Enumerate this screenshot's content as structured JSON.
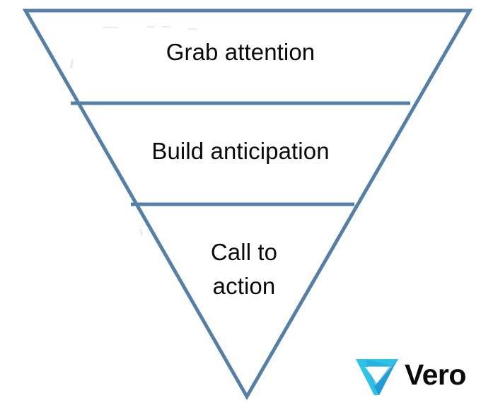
{
  "diagram": {
    "type": "inverted-funnel",
    "title": "Grab attention / Build anticipation / Call to action funnel",
    "stroke_color": "#5480a8",
    "background_color": "#ffffff",
    "text_color": "#0a0a0a",
    "stages": [
      {
        "id": "attention",
        "label": "Grab attention",
        "order": 1
      },
      {
        "id": "anticipation",
        "label": "Build anticipation",
        "order": 2
      },
      {
        "id": "call-to-action",
        "label": "Call to\naction",
        "order": 3
      }
    ]
  },
  "logo": {
    "wordmark": "Vero",
    "mark_name": "vero-triangle-mark",
    "mark_colors": {
      "light_cyan": "#2bc4e8",
      "mid_cyan": "#27b6e0",
      "deep_blue": "#1f90cf",
      "shadow_blue": "#2a9fd6"
    },
    "wordmark_color": "#0b0b0b"
  }
}
